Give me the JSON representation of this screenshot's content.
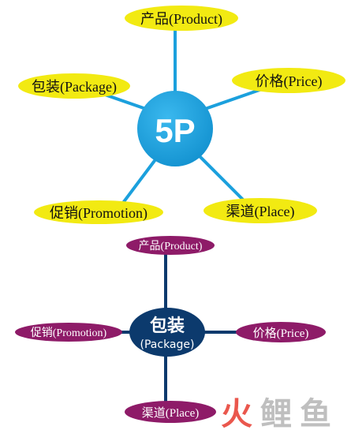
{
  "top_diagram": {
    "center": "5P",
    "nodes": {
      "product": "产品(Product)",
      "package": "包装(Package)",
      "price": "价格(Price)",
      "promotion": "促销(Promotion)",
      "place": "渠道(Place)"
    }
  },
  "bottom_diagram": {
    "center_main": "包装",
    "center_sub": "(Package)",
    "nodes": {
      "product": "产品(Product)",
      "price": "价格(Price)",
      "promotion": "促销(Promotion)",
      "place": "渠道(Place)"
    }
  },
  "watermark": {
    "text_fire": "火",
    "text_carp": "鲤",
    "text_fish": "鱼"
  },
  "colors": {
    "blue": "#1ba0dd",
    "yellow": "#f2ea12",
    "purple": "#8e1b68",
    "navy": "#0c3a6d",
    "watermark_red": "#e8453a",
    "watermark_gray": "#b9b9b9"
  }
}
